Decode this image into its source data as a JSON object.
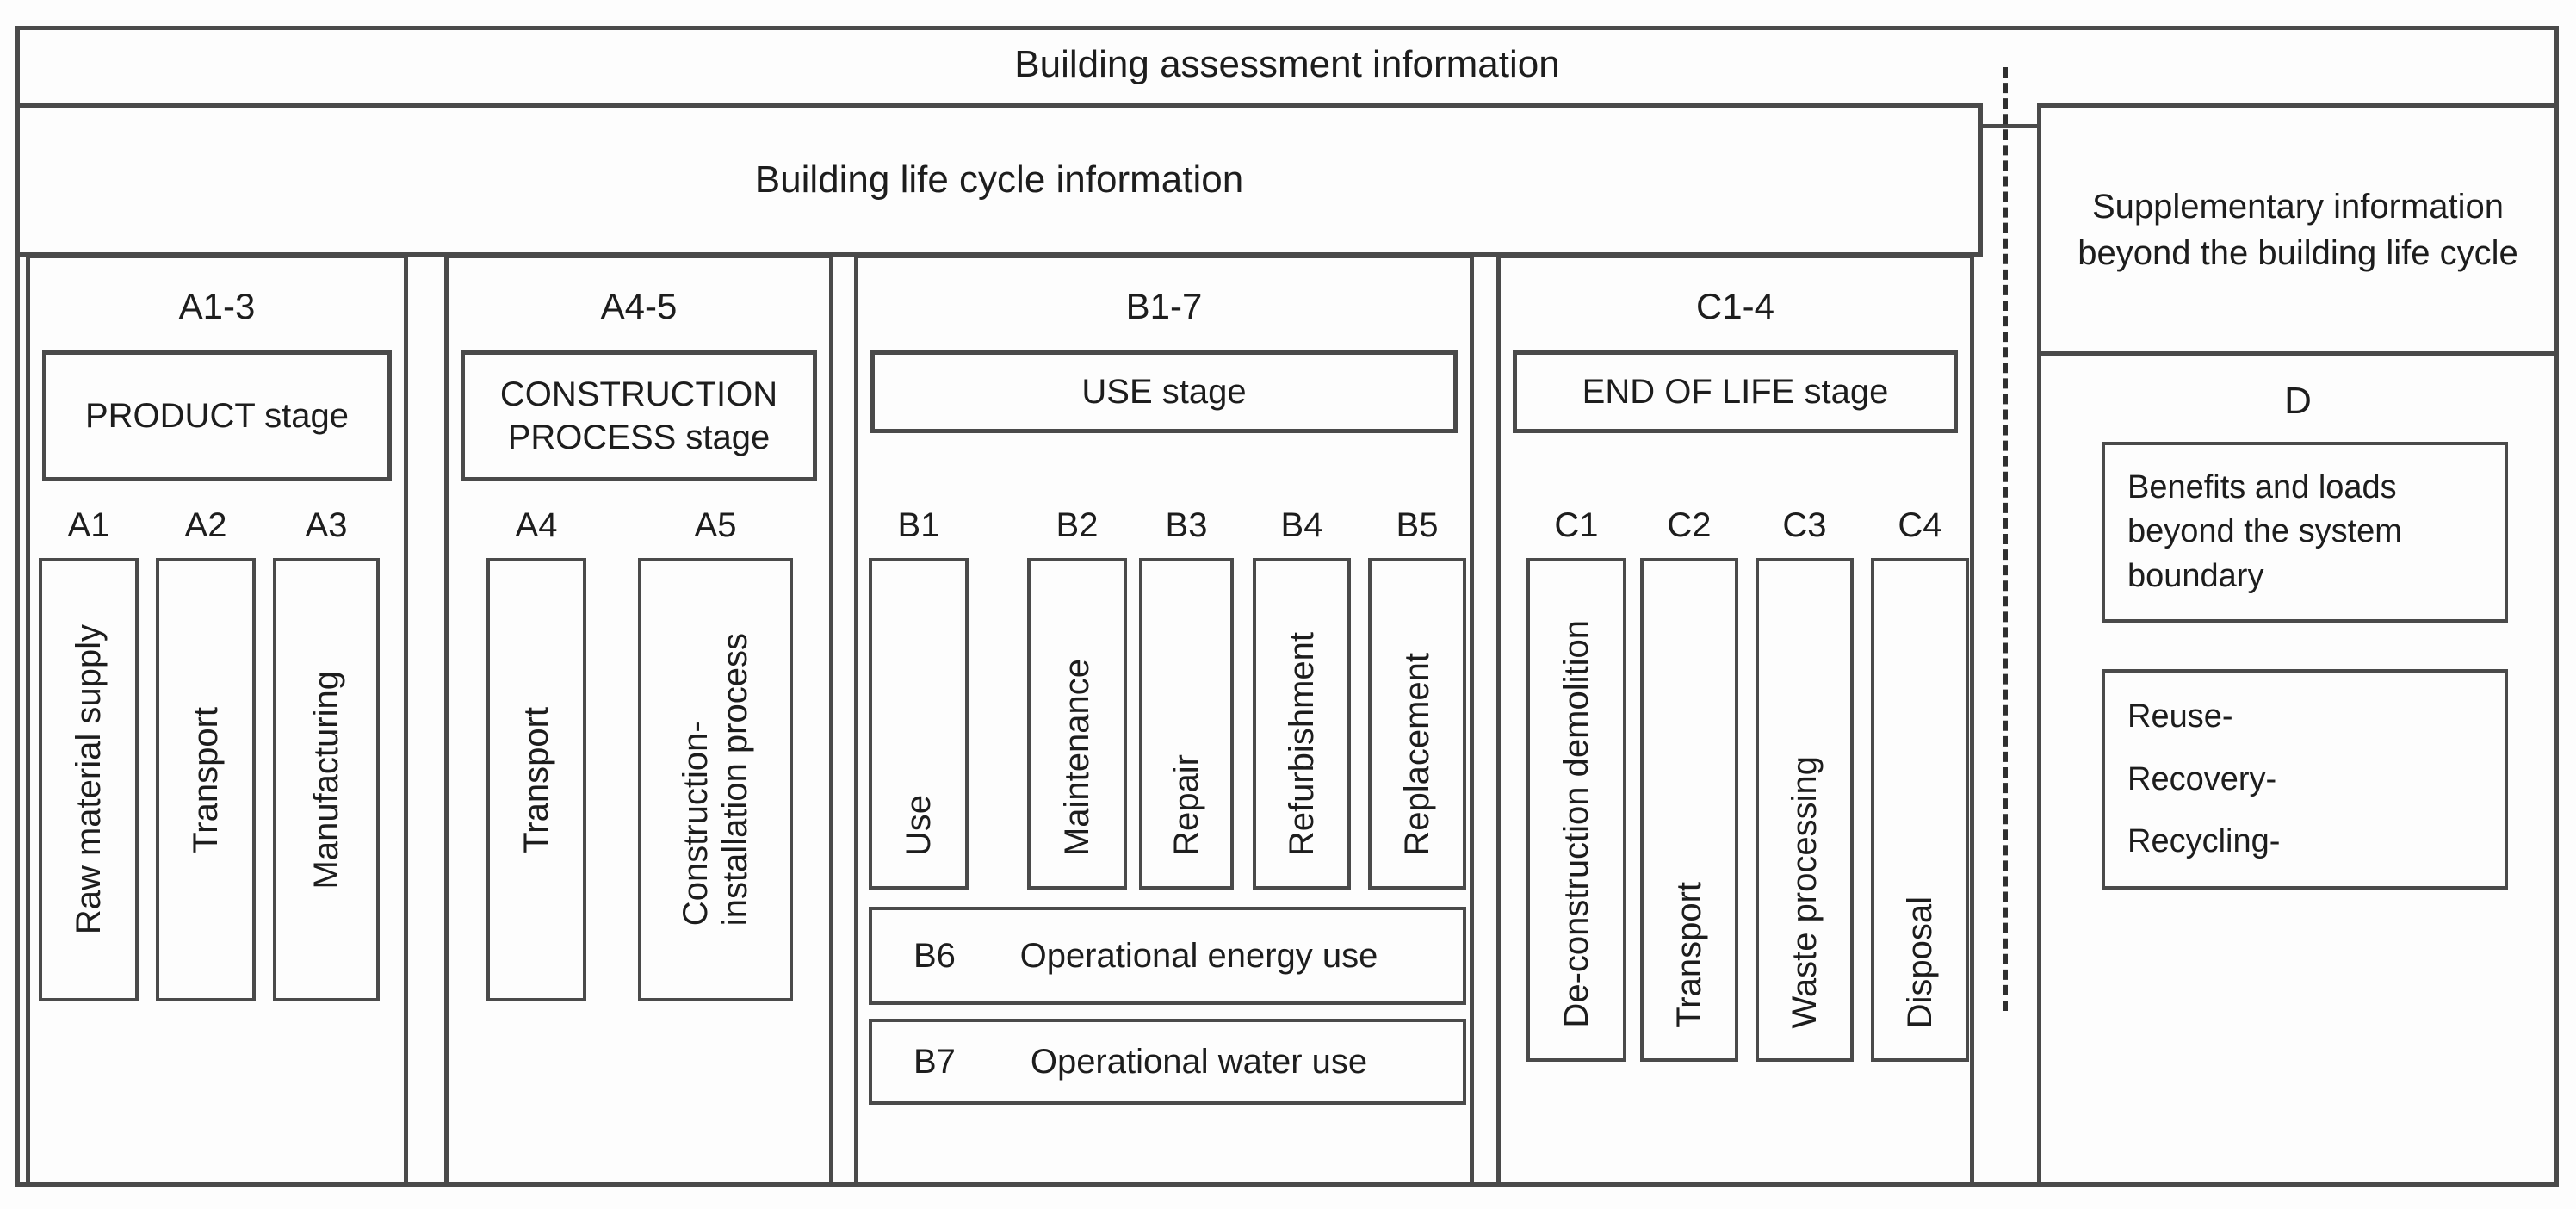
{
  "title": "Building assessment information",
  "lifecycle": {
    "title": "Building life cycle information"
  },
  "panels": [
    {
      "code": "A1-3",
      "stage": "PRODUCT stage",
      "modules": [
        {
          "code": "A1",
          "label": "Raw material supply"
        },
        {
          "code": "A2",
          "label": "Transport"
        },
        {
          "code": "A3",
          "label": "Manufacturing"
        }
      ]
    },
    {
      "code": "A4-5",
      "stage": "CONSTRUCTION PROCESS stage",
      "modules": [
        {
          "code": "A4",
          "label": "Transport"
        },
        {
          "code": "A5",
          "label": "Construction-\ninstallation process"
        }
      ]
    },
    {
      "code": "B1-7",
      "stage": "USE stage",
      "modules": [
        {
          "code": "B1",
          "label": "Use"
        },
        {
          "code": "B2",
          "label": "Maintenance"
        },
        {
          "code": "B3",
          "label": "Repair"
        },
        {
          "code": "B4",
          "label": "Refurbishment"
        },
        {
          "code": "B5",
          "label": "Replacement"
        }
      ],
      "rows": [
        {
          "code": "B6",
          "label": "Operational energy use"
        },
        {
          "code": "B7",
          "label": "Operational water use"
        }
      ]
    },
    {
      "code": "C1-4",
      "stage": "END OF LIFE stage",
      "modules": [
        {
          "code": "C1",
          "label": "De-construction demolition"
        },
        {
          "code": "C2",
          "label": "Transport"
        },
        {
          "code": "C3",
          "label": "Waste processing"
        },
        {
          "code": "C4",
          "label": "Disposal"
        }
      ]
    }
  ],
  "supplementary": {
    "header": "Supplementary information beyond the building life cycle",
    "code": "D",
    "benefits_label": "Benefits and loads beyond the system boundary",
    "reuse_lines": [
      "Reuse-",
      "Recovery-",
      "Recycling-"
    ]
  },
  "colors": {
    "line": "#4a4a4a",
    "text": "#1d1d1d",
    "background": "#fdfdfd"
  }
}
